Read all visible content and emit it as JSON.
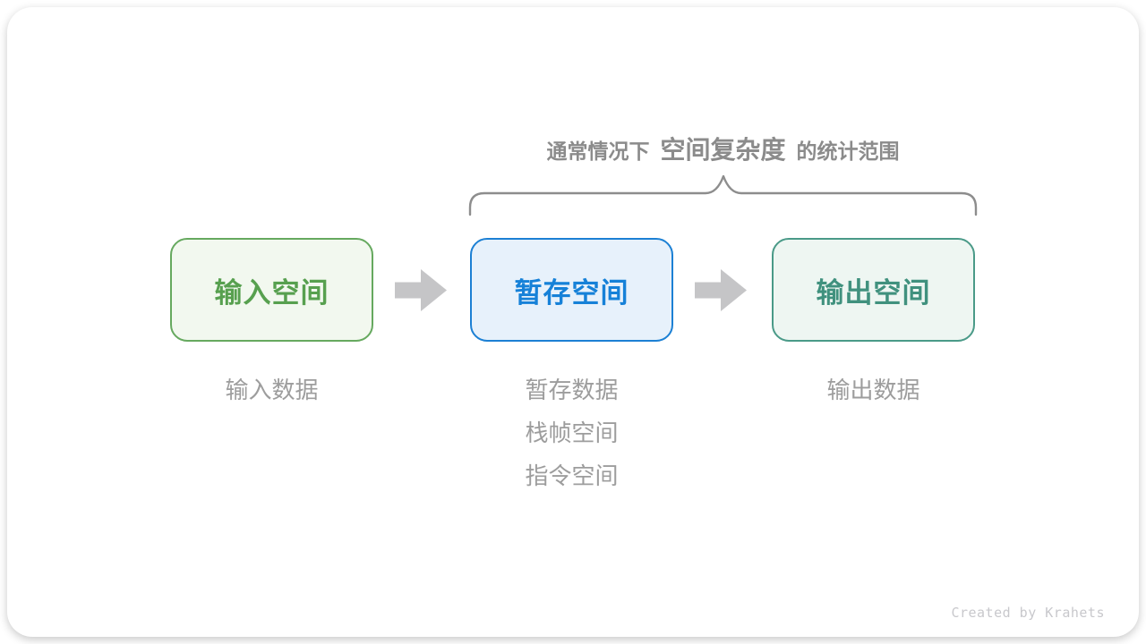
{
  "annotation": {
    "prefix": "通常情况下",
    "keyword": "空间复杂度",
    "suffix": "的统计范围"
  },
  "boxes": [
    {
      "label": "输入空间",
      "border_color": "#66a95f",
      "fill_color": "#f2f8ef",
      "text_color": "#57a04f"
    },
    {
      "label": "暂存空间",
      "border_color": "#1c80d4",
      "fill_color": "#e7f1fb",
      "text_color": "#1681d8"
    },
    {
      "label": "输出空间",
      "border_color": "#4a9a88",
      "fill_color": "#eef6f2",
      "text_color": "#40917e"
    }
  ],
  "sublabels": [
    {
      "lines": [
        "输入数据"
      ]
    },
    {
      "lines": [
        "暂存数据",
        "栈帧空间",
        "指令空间"
      ]
    },
    {
      "lines": [
        "输出数据"
      ]
    }
  ],
  "icons": {
    "arrow": "right-block-arrow",
    "brace": "curly-brace-top"
  },
  "colors": {
    "annotation_text": "#8b8b8b",
    "brace_stroke": "#8d8d8d",
    "arrow_fill": "#c5c5c7",
    "sublabel_text": "#9d9d9d",
    "credit_text": "#c8c8cc"
  },
  "footer": {
    "credit": "Created by Krahets"
  }
}
